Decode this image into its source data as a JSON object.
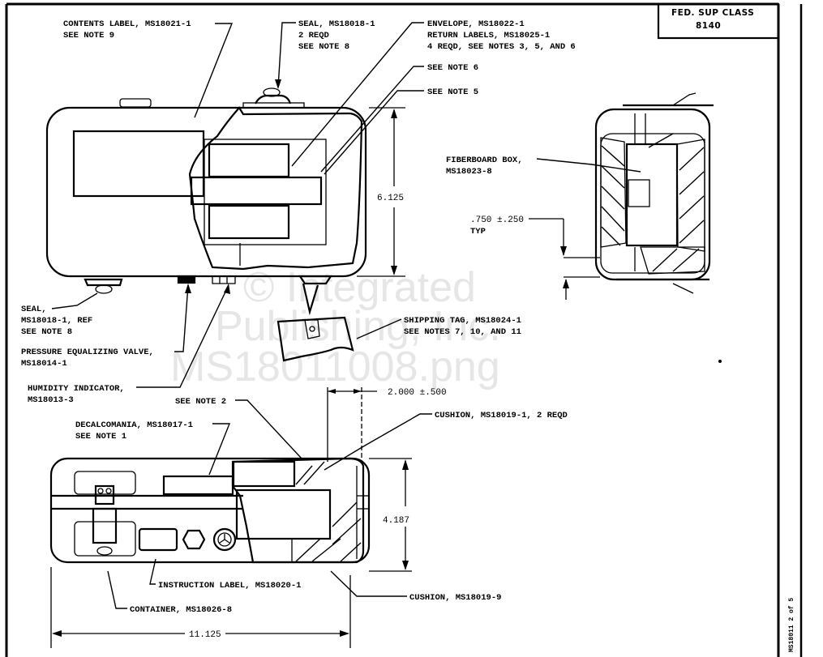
{
  "title_block": {
    "heading": "FED. SUP CLASS",
    "value": "8140"
  },
  "watermark": {
    "line1": "© Integrated",
    "line2": "Publishing, Inc.",
    "line3": "MS18011008.png"
  },
  "callouts": {
    "contents_label": [
      "CONTENTS LABEL, MS18021-1",
      "SEE NOTE 9"
    ],
    "seal_top": [
      "SEAL, MS18018-1",
      "2 REQD",
      "SEE NOTE 8"
    ],
    "envelope": [
      "ENVELOPE, MS18022-1",
      "RETURN LABELS, MS18025-1",
      "4 REQD, SEE NOTES 3, 5, AND 6"
    ],
    "see_note_6": "SEE NOTE 6",
    "see_note_5": "SEE NOTE 5",
    "fiberboard_box": [
      "FIBERBOARD BOX,",
      "MS18023-8"
    ],
    "spacing_dim": [
      ".750 ±.250",
      "TYP"
    ],
    "seal_bottom": [
      "SEAL,",
      "MS18018-1, REF",
      "SEE NOTE 8"
    ],
    "pressure_valve": [
      "PRESSURE EQUALIZING VALVE,",
      "MS18014-1"
    ],
    "humidity_indicator": [
      "HUMIDITY INDICATOR,",
      "MS18013-3"
    ],
    "shipping_tag": [
      "SHIPPING TAG, MS18024-1",
      "SEE NOTES 7, 10, AND 11"
    ],
    "see_note_2": "SEE NOTE 2",
    "decalcomania": [
      "DECALCOMANIA, MS18017-1",
      "SEE NOTE 1"
    ],
    "cushion_top": "CUSHION, MS18019-1, 2 REQD",
    "instruction_label": "INSTRUCTION LABEL, MS18020-1",
    "container": "CONTAINER, MS18026-8",
    "cushion_bottom": "CUSHION, MS18019-9"
  },
  "dimensions": {
    "height_front": "6.125",
    "cushion_offset": "2.000 ±.500",
    "height_top": "4.187",
    "length": "11.125"
  },
  "margin_text": "MS18011 2 of 5"
}
